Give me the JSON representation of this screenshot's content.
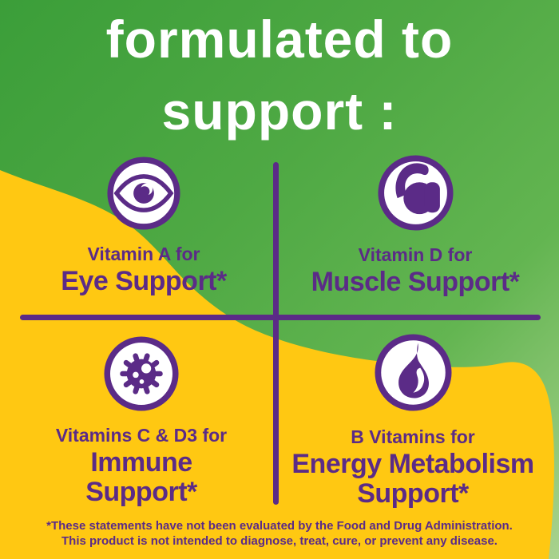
{
  "title": {
    "line1": "formulated to",
    "line2": "support :"
  },
  "quadrants": {
    "eye": {
      "icon": "eye-icon",
      "pre_label": "Vitamin A for",
      "main_line1": "Eye Support*"
    },
    "muscle": {
      "icon": "muscle-icon",
      "pre_label": "Vitamin D for",
      "main_line1": "Muscle Support*"
    },
    "immune": {
      "icon": "virus-icon",
      "pre_label": "Vitamins C & D3 for",
      "main_line1": "Immune",
      "main_line2": "Support*"
    },
    "energy": {
      "icon": "flame-icon",
      "pre_label": "B Vitamins for",
      "main_line1": "Energy Metabolism",
      "main_line2": "Support*"
    }
  },
  "footer": {
    "line1": "*These statements have not been evaluated by the Food and Drug Administration.",
    "line2": "This product is not intended to diagnose, treat, cure, or prevent any disease."
  },
  "colors": {
    "green_dark": "#3b9e39",
    "green_mid": "#58af4a",
    "green_light": "#a9d28e",
    "yellow": "#ffc812",
    "purple": "#5b2b87",
    "white": "#ffffff"
  }
}
